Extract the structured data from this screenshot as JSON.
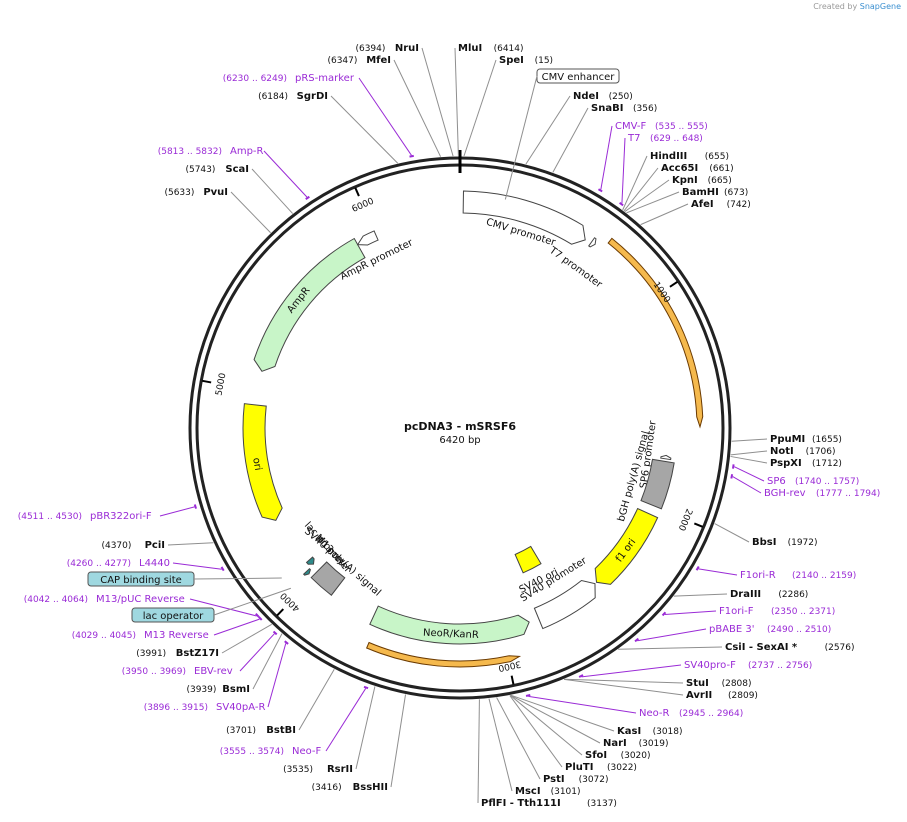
{
  "branding": {
    "created_by": "Created by",
    "product": "SnapGene"
  },
  "plasmid": {
    "name": "pcDNA3 - mSRSF6",
    "length_label": "6420 bp",
    "length": 6420
  },
  "colors": {
    "backbone": "#222222",
    "enzyme_line": "#8f8f8f",
    "primer": "#9a2bd6",
    "promoter_fill": "#ffffff",
    "origin_fill": "#ffff00",
    "cds_fill": "#c8f5c8",
    "terminator_fill": "#a6a6a6",
    "misc_feature": "#f5b94d",
    "primer_bind_fill": "#2e8b8b"
  },
  "scale_ticks": [
    {
      "pos": 1000,
      "label": "1000"
    },
    {
      "pos": 2000,
      "label": "2000"
    },
    {
      "pos": 3000,
      "label": "3000"
    },
    {
      "pos": 4000,
      "label": "4000"
    },
    {
      "pos": 5000,
      "label": "5000"
    },
    {
      "pos": 6000,
      "label": "6000"
    }
  ],
  "features": [
    {
      "name": "CMV promoter",
      "start": 15,
      "end": 600,
      "type": "promoter"
    },
    {
      "name": "T7 promoter",
      "start": 629,
      "end": 648,
      "type": "promoter"
    },
    {
      "name": "SP6 promoter",
      "start": 1740,
      "end": 1757,
      "type": "promoter"
    },
    {
      "name": "bGH poly(A) signal",
      "start": 1770,
      "end": 1995,
      "type": "terminator"
    },
    {
      "name": "f1 ori",
      "start": 2040,
      "end": 2470,
      "type": "origin"
    },
    {
      "name": "SV40 promoter",
      "start": 2480,
      "end": 2810,
      "type": "promoter"
    },
    {
      "name": "SV40 ori",
      "start": 2660,
      "end": 2790,
      "type": "origin"
    },
    {
      "name": "NeoR/KanR",
      "start": 2860,
      "end": 3650,
      "type": "cds"
    },
    {
      "name": "SV40 poly(A) signal",
      "start": 3880,
      "end": 4010,
      "type": "terminator"
    },
    {
      "name": "M13 rev",
      "start": 4030,
      "end": 4047,
      "type": "primer_bind"
    },
    {
      "name": "lac promoter",
      "start": 4050,
      "end": 4080,
      "type": "promoter"
    },
    {
      "name": "ori",
      "start": 4340,
      "end": 4930,
      "type": "origin"
    },
    {
      "name": "AmpR",
      "start": 5100,
      "end": 5900,
      "type": "cds"
    },
    {
      "name": "AmpR promoter",
      "start": 5900,
      "end": 6000,
      "type": "promoter"
    }
  ],
  "arcs": [
    {
      "name": "insert-arc",
      "start": 690,
      "end": 1600,
      "style": "orange"
    },
    {
      "name": "neo-arc",
      "start": 2950,
      "end": 3620,
      "style": "orange"
    }
  ],
  "enzymes": [
    {
      "name": "NruI",
      "pos_label": "(6394)",
      "pos": 6394
    },
    {
      "name": "MluI",
      "pos_label": "(6414)",
      "pos": 6414
    },
    {
      "name": "MfeI",
      "pos_label": "(6347)",
      "pos": 6347
    },
    {
      "name": "SpeI",
      "pos_label": "(15)",
      "pos": 15
    },
    {
      "name": "SgrDI",
      "pos_label": "(6184)",
      "pos": 6184
    },
    {
      "name": "NdeI",
      "pos_label": "(250)",
      "pos": 250
    },
    {
      "name": "SnaBI",
      "pos_label": "(356)",
      "pos": 356
    },
    {
      "name": "HindIII",
      "pos_label": "(655)",
      "pos": 655
    },
    {
      "name": "Acc65I",
      "pos_label": "(661)",
      "pos": 661
    },
    {
      "name": "KpnI",
      "pos_label": "(665)",
      "pos": 665
    },
    {
      "name": "BamHI",
      "pos_label": "(673)",
      "pos": 673
    },
    {
      "name": "AfeI",
      "pos_label": "(742)",
      "pos": 742
    },
    {
      "name": "ScaI",
      "pos_label": "(5743)",
      "pos": 5743
    },
    {
      "name": "PvuI",
      "pos_label": "(5633)",
      "pos": 5633
    },
    {
      "name": "PpuMI",
      "pos_label": "(1655)",
      "pos": 1655
    },
    {
      "name": "NotI",
      "pos_label": "(1706)",
      "pos": 1706
    },
    {
      "name": "PspXI",
      "pos_label": "(1712)",
      "pos": 1712
    },
    {
      "name": "BbsI",
      "pos_label": "(1972)",
      "pos": 1972
    },
    {
      "name": "PciI",
      "pos_label": "(4370)",
      "pos": 4370
    },
    {
      "name": "DraIII",
      "pos_label": "(2286)",
      "pos": 2286
    },
    {
      "name": "CsiI - SexAI *",
      "pos_label": "(2576)",
      "pos": 2576
    },
    {
      "name": "StuI",
      "pos_label": "(2808)",
      "pos": 2808
    },
    {
      "name": "AvrII",
      "pos_label": "(2809)",
      "pos": 2809
    },
    {
      "name": "BstZ17I",
      "pos_label": "(3991)",
      "pos": 3991
    },
    {
      "name": "BsmI",
      "pos_label": "(3939)",
      "pos": 3939
    },
    {
      "name": "KasI",
      "pos_label": "(3018)",
      "pos": 3018
    },
    {
      "name": "NarI",
      "pos_label": "(3019)",
      "pos": 3019
    },
    {
      "name": "SfoI",
      "pos_label": "(3020)",
      "pos": 3020
    },
    {
      "name": "PluTI",
      "pos_label": "(3022)",
      "pos": 3022
    },
    {
      "name": "PstI",
      "pos_label": "(3072)",
      "pos": 3072
    },
    {
      "name": "MscI",
      "pos_label": "(3101)",
      "pos": 3101
    },
    {
      "name": "PflFI - Tth111I",
      "pos_label": "(3137)",
      "pos": 3137
    },
    {
      "name": "BstBI",
      "pos_label": "(3701)",
      "pos": 3701
    },
    {
      "name": "RsrII",
      "pos_label": "(3535)",
      "pos": 3535
    },
    {
      "name": "BssHII",
      "pos_label": "(3416)",
      "pos": 3416
    }
  ],
  "primers": [
    {
      "name": "pRS-marker",
      "range": "(6230 .. 6249)",
      "pos": 6240
    },
    {
      "name": "Amp-R",
      "range": "(5813 .. 5832)",
      "pos": 5822
    },
    {
      "name": "CMV-F",
      "range": "(535 .. 555)",
      "pos": 545
    },
    {
      "name": "T7",
      "range": "(629 .. 648)",
      "pos": 638
    },
    {
      "name": "SP6",
      "range": "(1740 .. 1757)",
      "pos": 1748
    },
    {
      "name": "BGH-rev",
      "range": "(1777 .. 1794)",
      "pos": 1785
    },
    {
      "name": "pBR322ori-F",
      "range": "(4511 .. 4530)",
      "pos": 4520
    },
    {
      "name": "L4440",
      "range": "(4260 .. 4277)",
      "pos": 4268
    },
    {
      "name": "M13/pUC Reverse",
      "range": "(4042 .. 4064)",
      "pos": 4053
    },
    {
      "name": "M13 Reverse",
      "range": "(4029 .. 4045)",
      "pos": 4037
    },
    {
      "name": "EBV-rev",
      "range": "(3950 .. 3969)",
      "pos": 3960
    },
    {
      "name": "SV40pA-R",
      "range": "(3896 .. 3915)",
      "pos": 3905
    },
    {
      "name": "Neo-F",
      "range": "(3555 .. 3574)",
      "pos": 3565
    },
    {
      "name": "F1ori-R",
      "range": "(2140 .. 2159)",
      "pos": 2150
    },
    {
      "name": "F1ori-F",
      "range": "(2350 .. 2371)",
      "pos": 2360
    },
    {
      "name": "pBABE 3'",
      "range": "(2490 .. 2510)",
      "pos": 2500
    },
    {
      "name": "SV40pro-F",
      "range": "(2737 .. 2756)",
      "pos": 2746
    },
    {
      "name": "Neo-R",
      "range": "(2945 .. 2964)",
      "pos": 2955
    }
  ],
  "boxed_features": [
    {
      "name": "CMV enhancer",
      "pos": 200,
      "box": "white"
    },
    {
      "name": "CAP binding site",
      "pos": 4100,
      "box": "teal"
    },
    {
      "name": "lac operator",
      "pos": 4040,
      "box": "teal"
    }
  ]
}
